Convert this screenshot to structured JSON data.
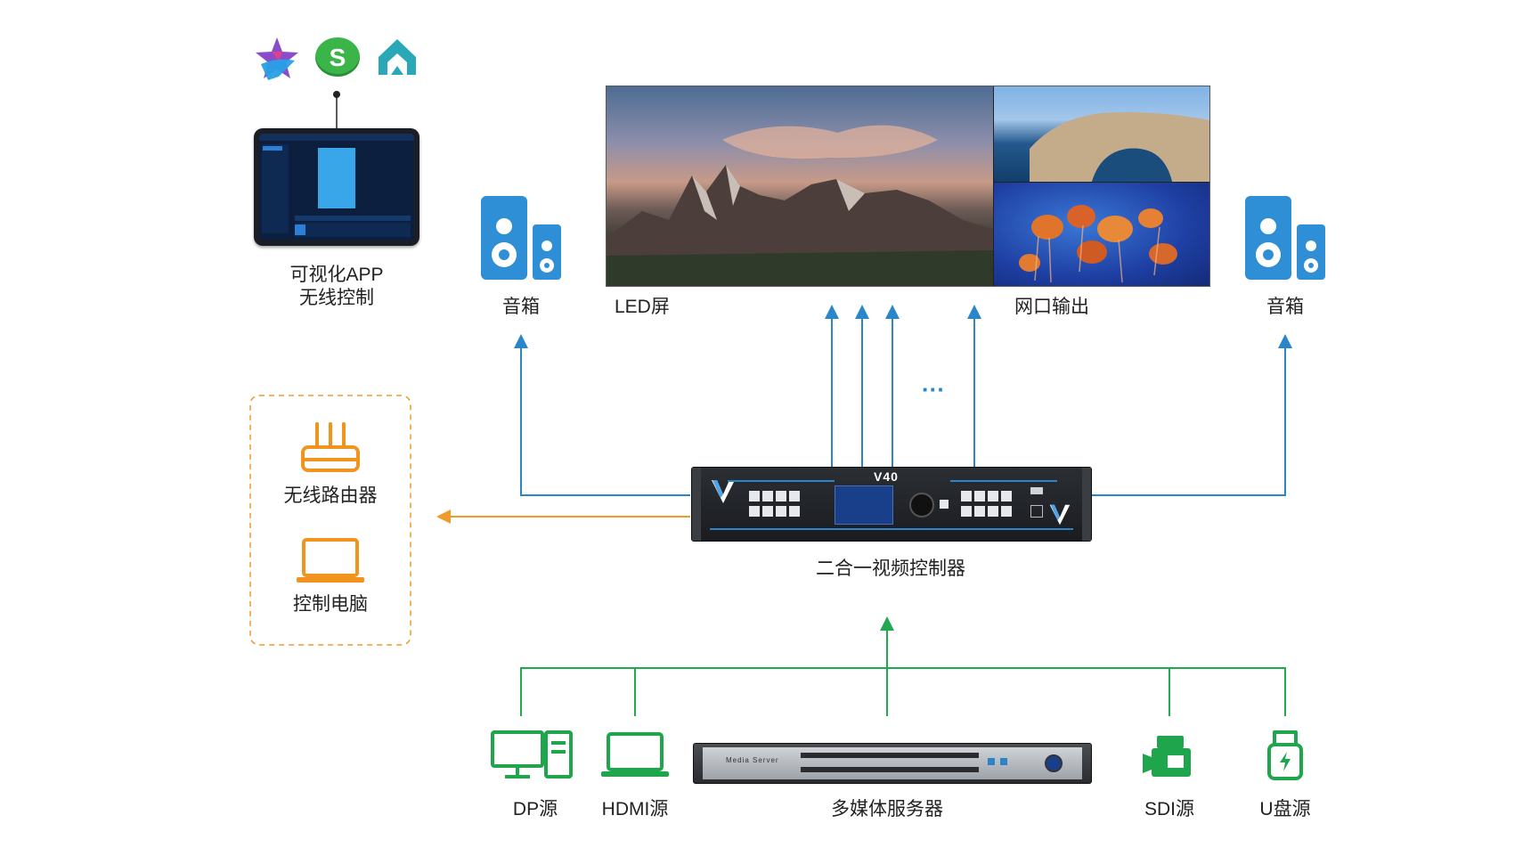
{
  "app_icons": [
    {
      "name": "star-app-icon"
    },
    {
      "name": "s-app-icon",
      "letter": "S"
    },
    {
      "name": "house-app-icon"
    }
  ],
  "tablet": {
    "caption_line1": "可视化APP",
    "caption_line2": "无线控制"
  },
  "screen": {
    "label": "LED屏",
    "output_label": "网口输出",
    "ellipsis": "···"
  },
  "speakers": {
    "left_label": "音箱",
    "right_label": "音箱"
  },
  "controller": {
    "model": "V40",
    "label": "二合一视频控制器"
  },
  "control_group": {
    "router_label": "无线路由器",
    "pc_label": "控制电脑"
  },
  "sources": {
    "dp": "DP源",
    "hdmi": "HDMI源",
    "media_server": "多媒体服务器",
    "media_server_text": "Media Server",
    "sdi": "SDI源",
    "usb": "U盘源"
  },
  "colors": {
    "output_line": "#2a86c8",
    "control_line": "#f19a2c",
    "input_line": "#21a94f",
    "speaker_blue": "#2e8fd6",
    "source_icon_green": "#1fa64c",
    "control_icon_orange": "#f0941e"
  }
}
